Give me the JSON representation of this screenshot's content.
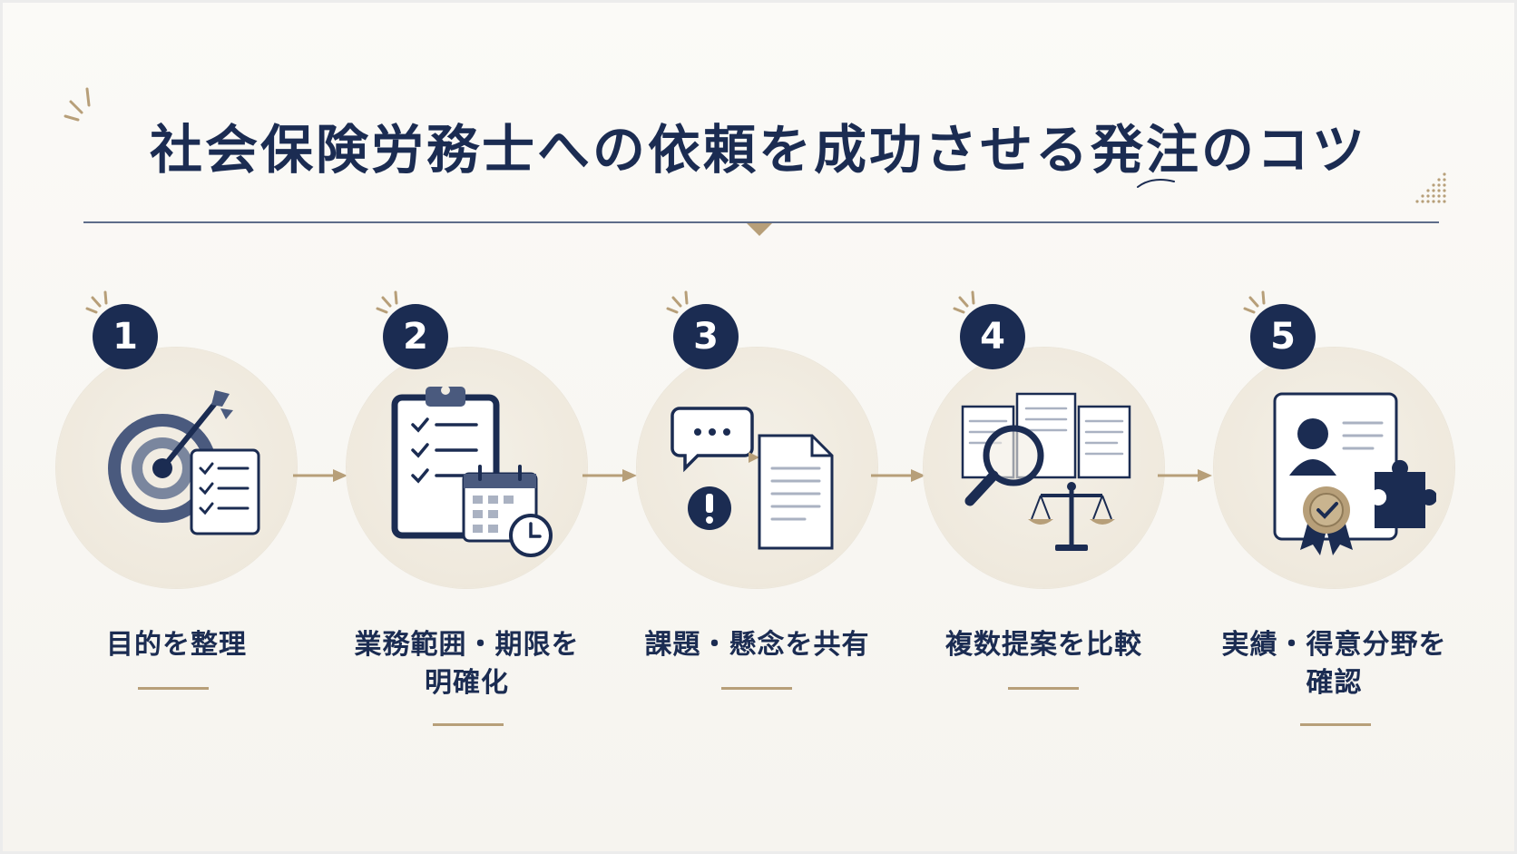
{
  "title": "社会保険労務士への依頼を成功させる発注のコツ",
  "colors": {
    "navy": "#1b2c52",
    "gold": "#b79f79",
    "circle": "#efe9dd",
    "slate": "#7a869e"
  },
  "steps": [
    {
      "number": "1",
      "lines": [
        "目的を整理"
      ],
      "icon": "target-checklist-icon"
    },
    {
      "number": "2",
      "lines": [
        "業務範囲・期限を",
        "明確化"
      ],
      "icon": "clipboard-calendar-icon"
    },
    {
      "number": "3",
      "lines": [
        "課題・懸念を共有"
      ],
      "icon": "chat-document-alert-icon"
    },
    {
      "number": "4",
      "lines": [
        "複数提案を比較"
      ],
      "icon": "magnifier-scales-icon"
    },
    {
      "number": "5",
      "lines": [
        "実績・得意分野を",
        "確認"
      ],
      "icon": "profile-certificate-icon"
    }
  ]
}
